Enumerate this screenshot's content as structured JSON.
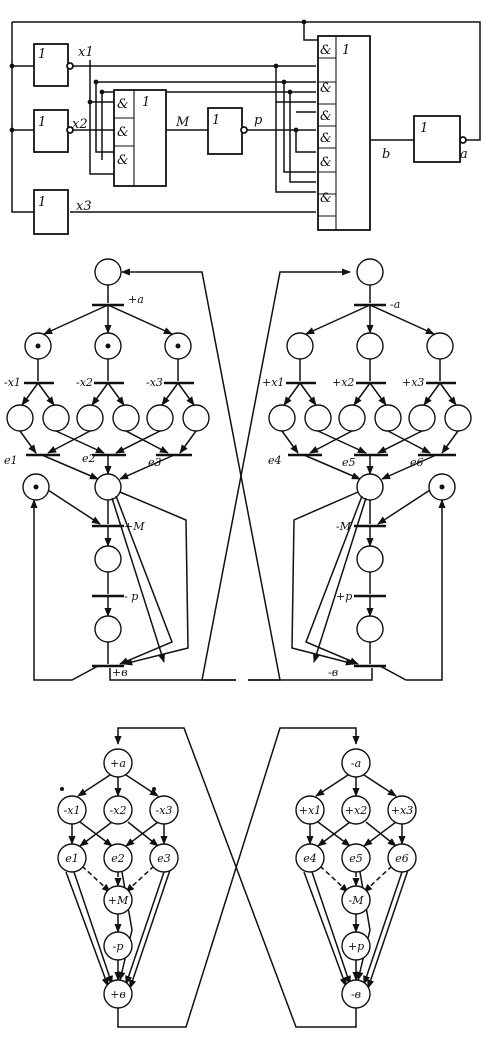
{
  "circuit": {
    "gates": {
      "not_x1": "1",
      "not_x2": "1",
      "not_x3": "1",
      "or_m": "1",
      "not_p": "1",
      "or_b": "1",
      "not_a": "1",
      "and": "&"
    },
    "signals": {
      "x1": "x1",
      "x2": "x2",
      "x3": "x3",
      "m": "M",
      "p": "p",
      "b": "b",
      "a": "a"
    }
  },
  "petri": {
    "left": {
      "start": "+a",
      "t1": "-x1",
      "t2": "-x2",
      "t3": "-x3",
      "e1": "e1",
      "e2": "e2",
      "e3": "e3",
      "m": "+M",
      "p": "- p",
      "b": "+в"
    },
    "right": {
      "start": "-a",
      "t1": "+x1",
      "t2": "+x2",
      "t3": "+x3",
      "e4": "e4",
      "e5": "e5",
      "e6": "e6",
      "m": "-M",
      "p": "+p",
      "b": "-в"
    }
  },
  "graph": {
    "left": {
      "a": "+a",
      "x1": "-x1",
      "x2": "-x2",
      "x3": "-x3",
      "e1": "e1",
      "e2": "e2",
      "e3": "e3",
      "m": "+M",
      "p": "-p",
      "b": "+в"
    },
    "right": {
      "a": "-a",
      "x1": "+x1",
      "x2": "+x2",
      "x3": "+x3",
      "e4": "e4",
      "e5": "e5",
      "e6": "e6",
      "m": "-M",
      "p": "+p",
      "b": "-в"
    }
  }
}
